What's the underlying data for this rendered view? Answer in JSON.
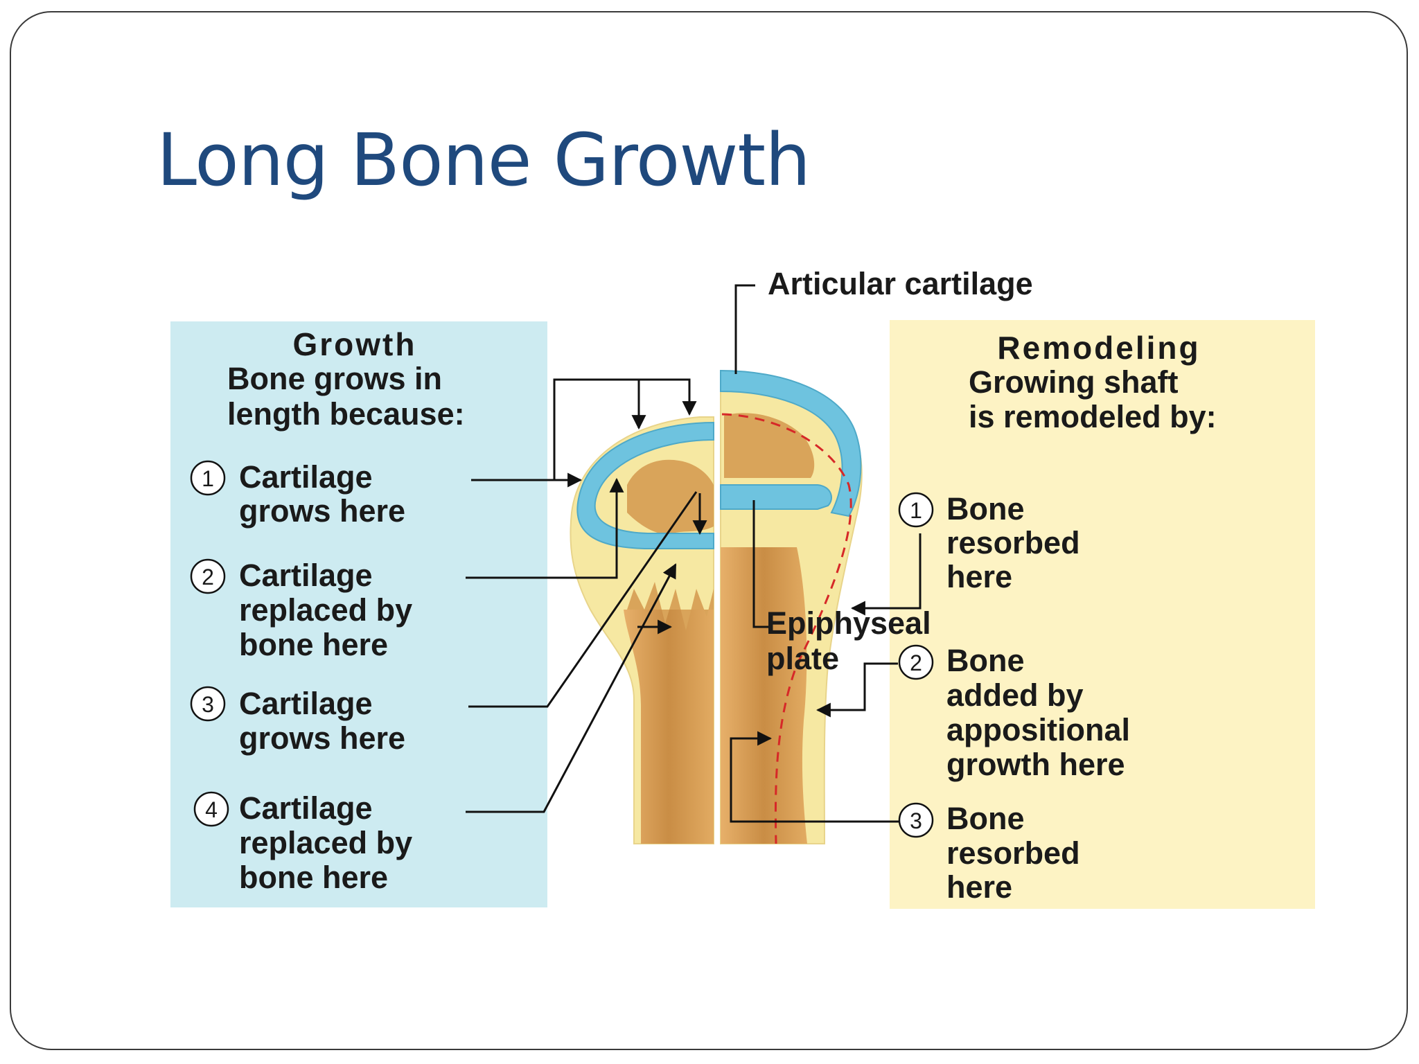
{
  "slide": {
    "title": "Long Bone Growth"
  },
  "labels": {
    "articular_cartilage": "Articular cartilage",
    "epiphyseal_line1": "Epiphyseal",
    "epiphyseal_line2": "plate"
  },
  "growth": {
    "heading": "Growth",
    "subheading": [
      "Bone grows in",
      "length because:"
    ],
    "steps": [
      {
        "num": "1",
        "lines": [
          "Cartilage",
          "grows here"
        ]
      },
      {
        "num": "2",
        "lines": [
          "Cartilage",
          "replaced by",
          "bone here"
        ]
      },
      {
        "num": "3",
        "lines": [
          "Cartilage",
          "grows here"
        ]
      },
      {
        "num": "4",
        "lines": [
          "Cartilage",
          "replaced by",
          "bone here"
        ]
      }
    ]
  },
  "remodeling": {
    "heading": "Remodeling",
    "subheading": [
      "Growing shaft",
      "is remodeled by:"
    ],
    "steps": [
      {
        "num": "1",
        "lines": [
          "Bone",
          "resorbed",
          "here"
        ]
      },
      {
        "num": "2",
        "lines": [
          "Bone",
          "added by",
          "appositional",
          "growth here"
        ]
      },
      {
        "num": "3",
        "lines": [
          "Bone",
          "resorbed",
          "here"
        ]
      }
    ]
  },
  "colors": {
    "title": "#1f497d",
    "growth_panel": "#cdebf1",
    "remodel_panel": "#fdf3c4",
    "cartilage": "#6ec3df",
    "bone_outer": "#f6e8a2",
    "spongy_bone": "#d9a45a",
    "remodel_line": "#d62828"
  }
}
